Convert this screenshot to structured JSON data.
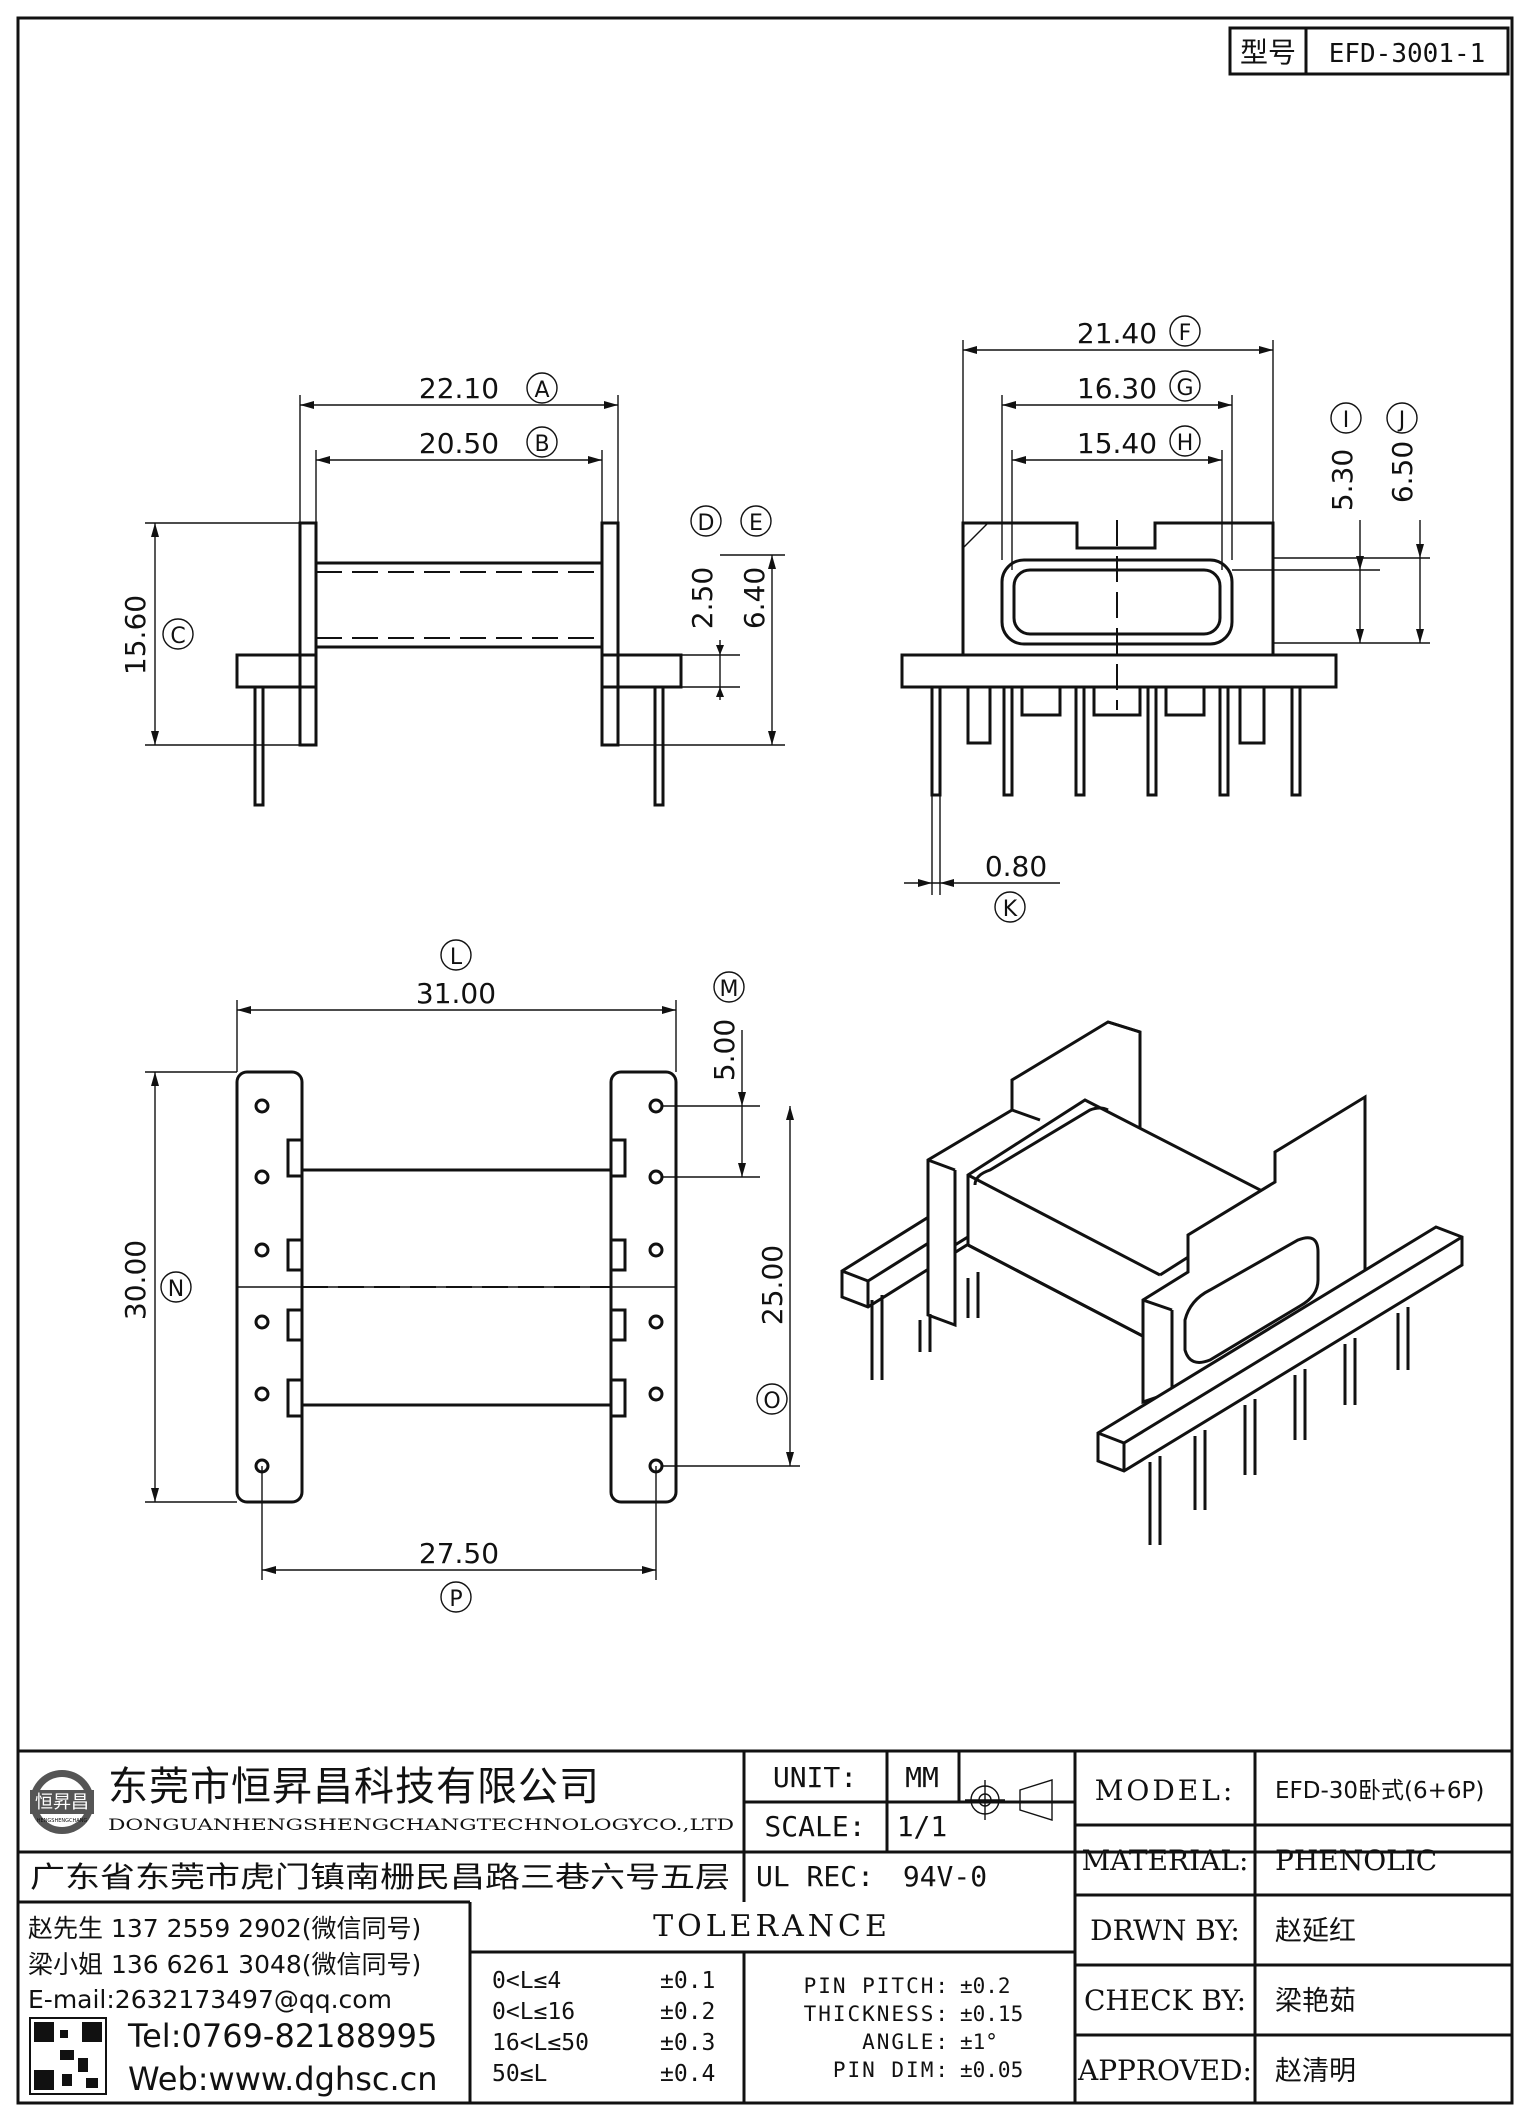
{
  "model_box": {
    "label": "型号",
    "value": "EFD-3001-1"
  },
  "dimensions": {
    "A": "22.10",
    "B": "20.50",
    "C": "15.60",
    "D": "2.50",
    "E": "6.40",
    "F": "21.40",
    "G": "16.30",
    "H": "15.40",
    "I": "5.30",
    "J": "6.50",
    "K": "0.80",
    "L": "31.00",
    "M": "5.00",
    "N": "30.00",
    "O": "25.00",
    "P": "27.50"
  },
  "company": {
    "logo_text": "恒昇昌",
    "logo_subtext": "HENGSHENGCHANG",
    "name_cn": "东莞市恒昇昌科技有限公司",
    "name_en": "DONGUANHENGSHENGCHANGTECHNOLOGYCO.,LTD",
    "address": "广东省东莞市虎门镇南栅民昌路三巷六号五层"
  },
  "spec": {
    "unit_label": "UNIT:",
    "unit_value": "MM",
    "scale_label": "SCALE:",
    "scale_value": "1/1",
    "ulrec_label": "UL REC:",
    "ulrec_value": "94V-0"
  },
  "contacts": {
    "line1": "赵先生 137 2559 2902(微信同号)",
    "line2": "梁小姐 136 6261 3048(微信同号)",
    "email": "E-mail:2632173497@qq.com",
    "tel": "Tel:0769-82188995",
    "web": "Web:www.dghsc.cn"
  },
  "tolerance": {
    "title": "TOLERANCE",
    "rows": [
      {
        "range": "0<L≤4",
        "value": "±0.1"
      },
      {
        "range": "0<L≤16",
        "value": "±0.2"
      },
      {
        "range": "16<L≤50",
        "value": "±0.3"
      },
      {
        "range": "50≤L",
        "value": "±0.4"
      }
    ],
    "extra": [
      {
        "label": "PIN PITCH:",
        "value": "±0.2"
      },
      {
        "label": "THICKNESS:",
        "value": "±0.15"
      },
      {
        "label": "ANGLE:",
        "value": "±1°"
      },
      {
        "label": "PIN DIM:",
        "value": "±0.05"
      }
    ]
  },
  "info": {
    "model_label": "MODEL:",
    "model_value": "EFD-30卧式(6+6P)",
    "material_label": "MATERIAL:",
    "material_value": "PHENOLIC",
    "drwn_label": "DRWN BY:",
    "drwn_value": "赵延红",
    "check_label": "CHECK BY:",
    "check_value": "梁艳茹",
    "approved_label": "APPROVED:",
    "approved_value": "赵清明"
  }
}
